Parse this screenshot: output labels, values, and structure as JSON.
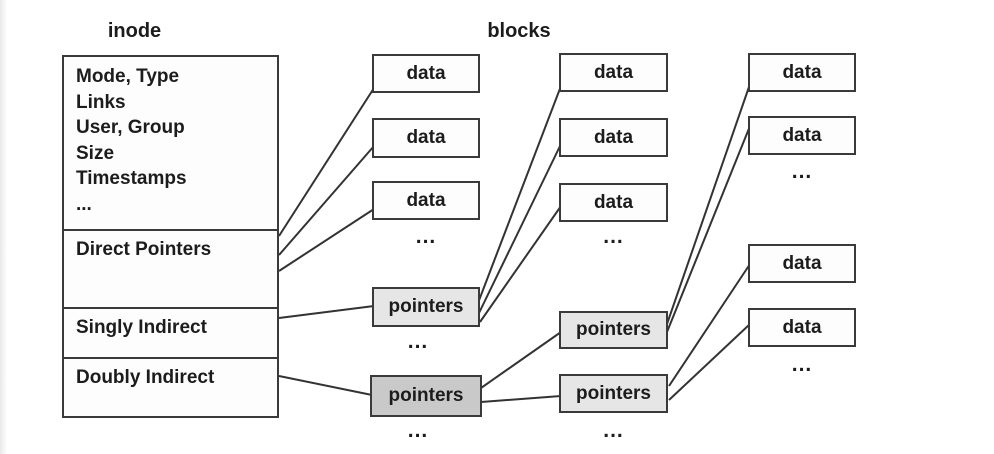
{
  "diagram": {
    "inode_label": "inode",
    "blocks_label": "blocks"
  },
  "inode": {
    "attributes": [
      "Mode, Type",
      "Links",
      "User, Group",
      "Size",
      "Timestamps",
      "..."
    ],
    "sections": [
      {
        "label": "Direct Pointers"
      },
      {
        "label": "Singly Indirect"
      },
      {
        "label": "Doubly Indirect"
      }
    ]
  },
  "blocks": {
    "data_label": "data",
    "pointers_label": "pointers",
    "ellipsis": "..."
  },
  "colors": {
    "background": "#ffffff",
    "box_border": "#3a3a3a",
    "data_fill": "#fdfdfd",
    "pointer_fill_light": "#e6e6e6",
    "pointer_fill_dark": "#c9c9c9",
    "connector_line": "#333333",
    "text": "#1c1c1c",
    "edge_strip": "#e8e8e8"
  }
}
